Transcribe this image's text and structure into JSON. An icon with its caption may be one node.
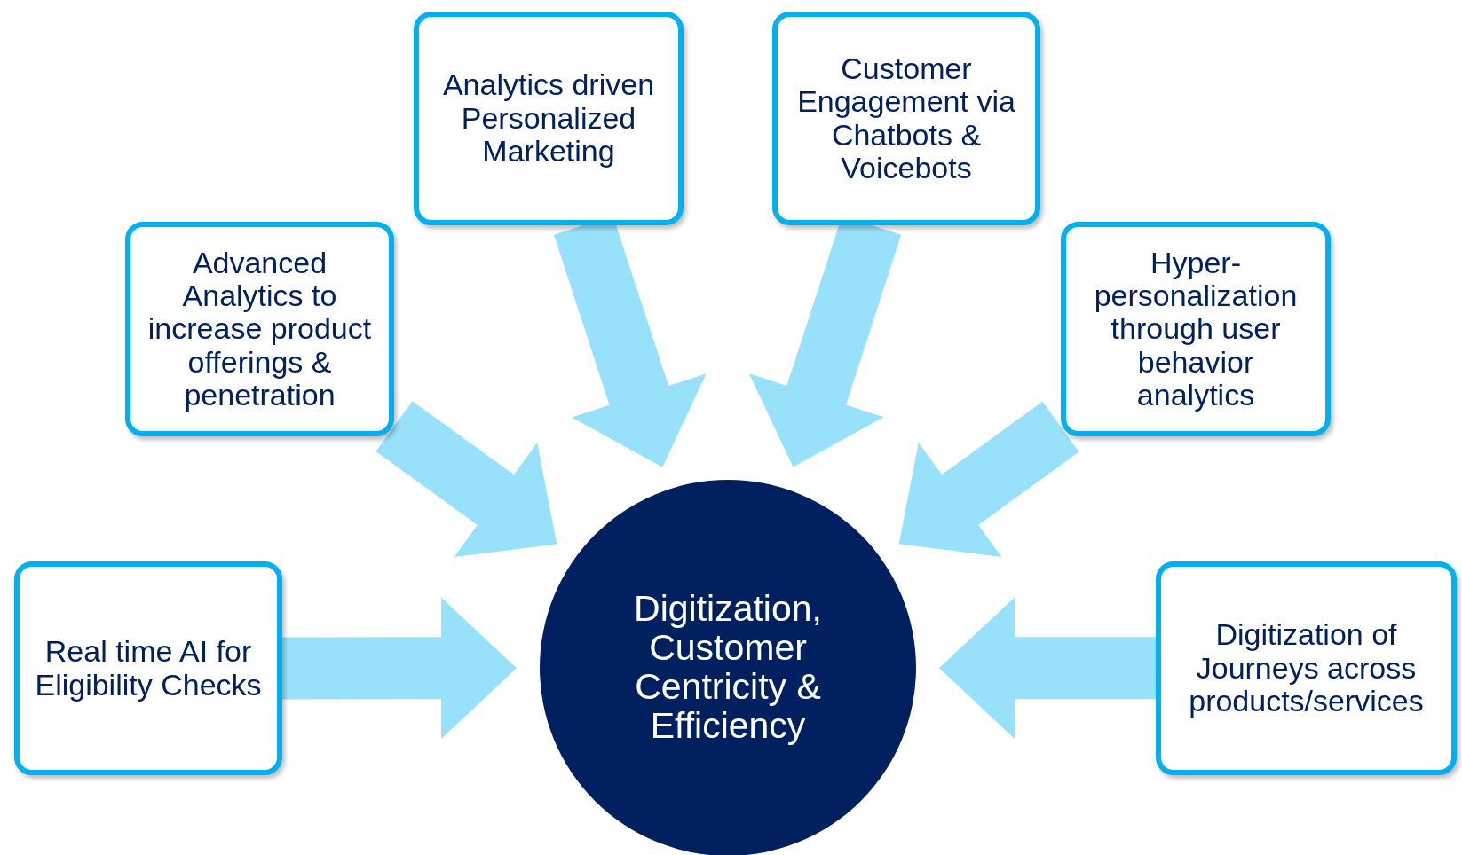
{
  "diagram": {
    "nodes": [
      {
        "text": [
          "Analytics driven Personalized Marketing"
        ]
      },
      {
        "text": [
          "Customer Engagement via Chatbots & Voicebots"
        ]
      },
      {
        "text": [
          "Advanced Analytics to increase product offerings & penetration"
        ]
      },
      {
        "text": [
          "Hyper-personalization through user behavior analytics"
        ]
      },
      {
        "text": [
          "Real time AI for Eligibility Checks"
        ]
      },
      {
        "text": [
          "Digitization, Customer Centricity & Efficiency"
        ]
      },
      {
        "text": [
          "Digitization of Journeys across products/services"
        ]
      }
    ],
    "edges": [
      {
        "from": 0,
        "to": 5,
        "arrow": "to"
      },
      {
        "from": 1,
        "to": 5,
        "arrow": "to"
      },
      {
        "from": 2,
        "to": 5,
        "arrow": "to"
      },
      {
        "from": 3,
        "to": 5,
        "arrow": "to"
      },
      {
        "from": 4,
        "to": 5,
        "arrow": "to"
      },
      {
        "from": 6,
        "to": 5,
        "arrow": "to"
      }
    ]
  }
}
